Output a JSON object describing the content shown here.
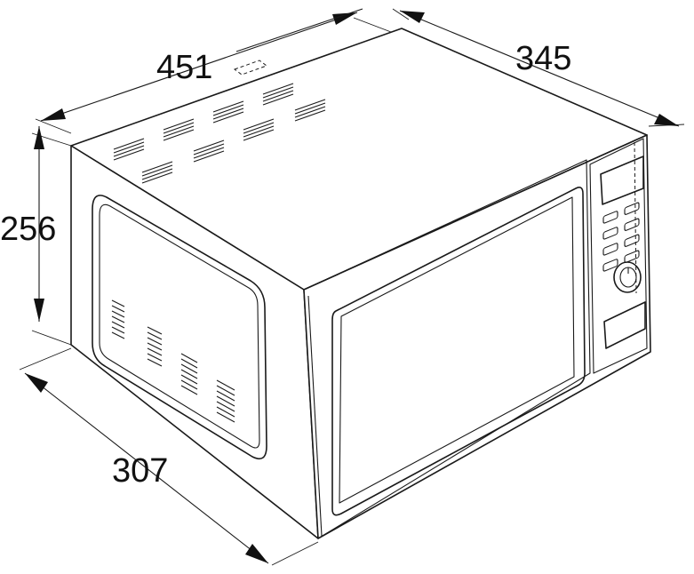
{
  "diagram": {
    "subject": "microwave-oven",
    "dimensions": {
      "width": "451",
      "depth": "345",
      "height": "256",
      "side_depth": "307"
    }
  }
}
